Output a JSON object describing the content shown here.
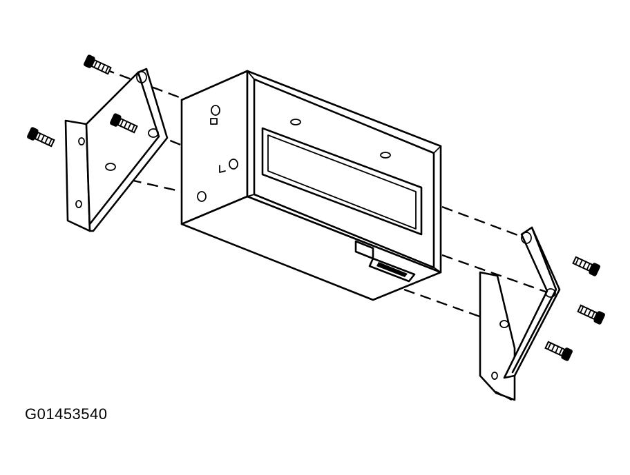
{
  "figure": {
    "caption_id": "G01453540"
  },
  "parts": {
    "module_housing": "module-housing",
    "left_bracket": "left-mounting-bracket",
    "right_bracket": "right-mounting-bracket",
    "bolts_left_count": 3,
    "bolts_right_count": 3,
    "connector": "electrical-connector"
  }
}
